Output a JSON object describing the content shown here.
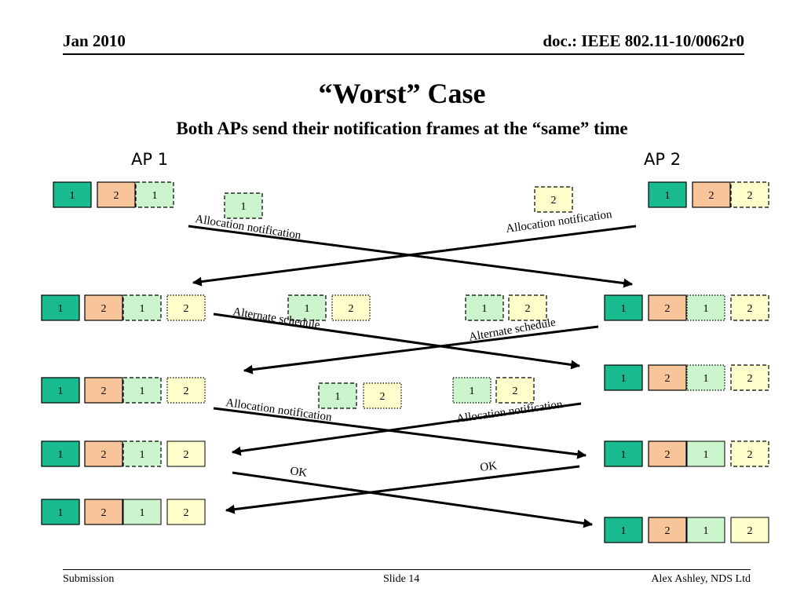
{
  "header": {
    "date": "Jan 2010",
    "doc_id": "doc.: IEEE 802.11-10/0062r0"
  },
  "slide": {
    "title": "“Worst” Case",
    "subtitle": "Both APs send their notification frames at the “same” time"
  },
  "ap_labels": {
    "ap1": "AP 1",
    "ap2": "AP 2"
  },
  "colors": {
    "ap1_solid": "#1aba8f",
    "ap2_solid": "#f8c59a",
    "ap1_pending": "#cdf5cd",
    "ap2_pending": "#ffffcc"
  },
  "diagram": {
    "blocks": [
      {
        "label": "1",
        "style": "ap1-solid"
      },
      {
        "label": "2",
        "style": "ap2-solid"
      },
      {
        "label": "1",
        "style": "ap1-dashed"
      },
      {
        "label": "1",
        "style": "ap1-dashed"
      },
      {
        "label": "2",
        "style": "ap2-dashed"
      },
      {
        "label": "1",
        "style": "ap1-solid"
      },
      {
        "label": "2",
        "style": "ap2-solid"
      },
      {
        "label": "2",
        "style": "ap2-dashed"
      },
      {
        "label": "1",
        "style": "ap1-solid"
      },
      {
        "label": "2",
        "style": "ap2-solid"
      },
      {
        "label": "1",
        "style": "ap1-dashed"
      },
      {
        "label": "2",
        "style": "ap2-dotted"
      },
      {
        "label": "1",
        "style": "ap1-dashed"
      },
      {
        "label": "2",
        "style": "ap2-dotted"
      },
      {
        "label": "1",
        "style": "ap1-dashed"
      },
      {
        "label": "2",
        "style": "ap2-dashed"
      },
      {
        "label": "1",
        "style": "ap1-solid"
      },
      {
        "label": "2",
        "style": "ap2-solid"
      },
      {
        "label": "1",
        "style": "ap1-dotted"
      },
      {
        "label": "2",
        "style": "ap2-dashed"
      },
      {
        "label": "1",
        "style": "ap1-solid"
      },
      {
        "label": "2",
        "style": "ap2-solid"
      },
      {
        "label": "1",
        "style": "ap1-dotted"
      },
      {
        "label": "2",
        "style": "ap2-dashed"
      },
      {
        "label": "1",
        "style": "ap1-solid"
      },
      {
        "label": "2",
        "style": "ap2-solid"
      },
      {
        "label": "1",
        "style": "ap1-dashed"
      },
      {
        "label": "2",
        "style": "ap2-dotted"
      },
      {
        "label": "1",
        "style": "ap1-dashed"
      },
      {
        "label": "2",
        "style": "ap2-dotted"
      },
      {
        "label": "1",
        "style": "ap1-dotted"
      },
      {
        "label": "2",
        "style": "ap2-dashed"
      },
      {
        "label": "1",
        "style": "ap1-solid"
      },
      {
        "label": "2",
        "style": "ap2-solid"
      },
      {
        "label": "1",
        "style": "ap1-dashed"
      },
      {
        "label": "2",
        "style": "ap2-solid-thin"
      },
      {
        "label": "1",
        "style": "ap1-solid"
      },
      {
        "label": "2",
        "style": "ap2-solid"
      },
      {
        "label": "1",
        "style": "ap1-solid-thin"
      },
      {
        "label": "2",
        "style": "ap2-dashed"
      },
      {
        "label": "1",
        "style": "ap1-solid"
      },
      {
        "label": "2",
        "style": "ap2-solid"
      },
      {
        "label": "1",
        "style": "ap1-solid-thin"
      },
      {
        "label": "2",
        "style": "ap2-solid-thin"
      },
      {
        "label": "1",
        "style": "ap1-solid"
      },
      {
        "label": "2",
        "style": "ap2-solid"
      },
      {
        "label": "1",
        "style": "ap1-solid-thin"
      },
      {
        "label": "2",
        "style": "ap2-solid-thin"
      }
    ],
    "message_labels": [
      "Allocation notification",
      "Allocation notification",
      "Alternate schedule",
      "Alternate schedule",
      "Allocation notification",
      "Allocation notification",
      "OK",
      "OK"
    ]
  },
  "footer": {
    "left": "Submission",
    "center": "Slide 14",
    "right": "Alex Ashley, NDS Ltd"
  }
}
